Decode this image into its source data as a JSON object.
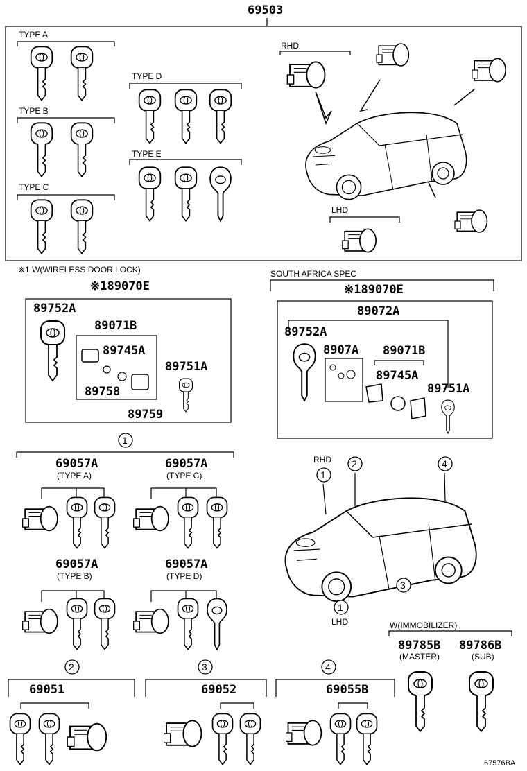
{
  "top_part": "69503",
  "types": {
    "a": "TYPE A",
    "b": "TYPE B",
    "c": "TYPE C",
    "d": "TYPE D",
    "e": "TYPE E"
  },
  "rhd": "RHD",
  "lhd": "LHD",
  "note_wireless": "※1 W(WIRELESS DOOR LOCK)",
  "set_left": "※189070E",
  "left_parts": {
    "key": "89752A",
    "case_set": "89071B",
    "case": "89745A",
    "battery": "89758",
    "transmitter": "89751A",
    "screw": "89759"
  },
  "south_africa": "SOUTH AFRICA SPEC",
  "set_right": "※189070E",
  "right_parts": {
    "assy": "89072A",
    "key": "89752A",
    "board": "8907A",
    "case_set": "89071B",
    "case": "89745A",
    "transmitter": "89751A"
  },
  "circle_1": "1",
  "circle_2": "2",
  "circle_3": "3",
  "circle_4": "4",
  "cyl_sets": [
    {
      "part": "69057A",
      "type": "(TYPE A)"
    },
    {
      "part": "69057A",
      "type": "(TYPE C)"
    },
    {
      "part": "69057A",
      "type": "(TYPE B)"
    },
    {
      "part": "69057A",
      "type": "(TYPE D)"
    }
  ],
  "car2_rhd": "RHD",
  "car2_lhd": "LHD",
  "immobilizer": "W(IMMOBILIZER)",
  "master_part": "89785B",
  "master_label": "(MASTER)",
  "sub_part": "89786B",
  "sub_label": "(SUB)",
  "bottom_parts": {
    "p2": "69051",
    "p3": "69052",
    "p4": "69055B"
  },
  "diagram_id": "67576BA"
}
